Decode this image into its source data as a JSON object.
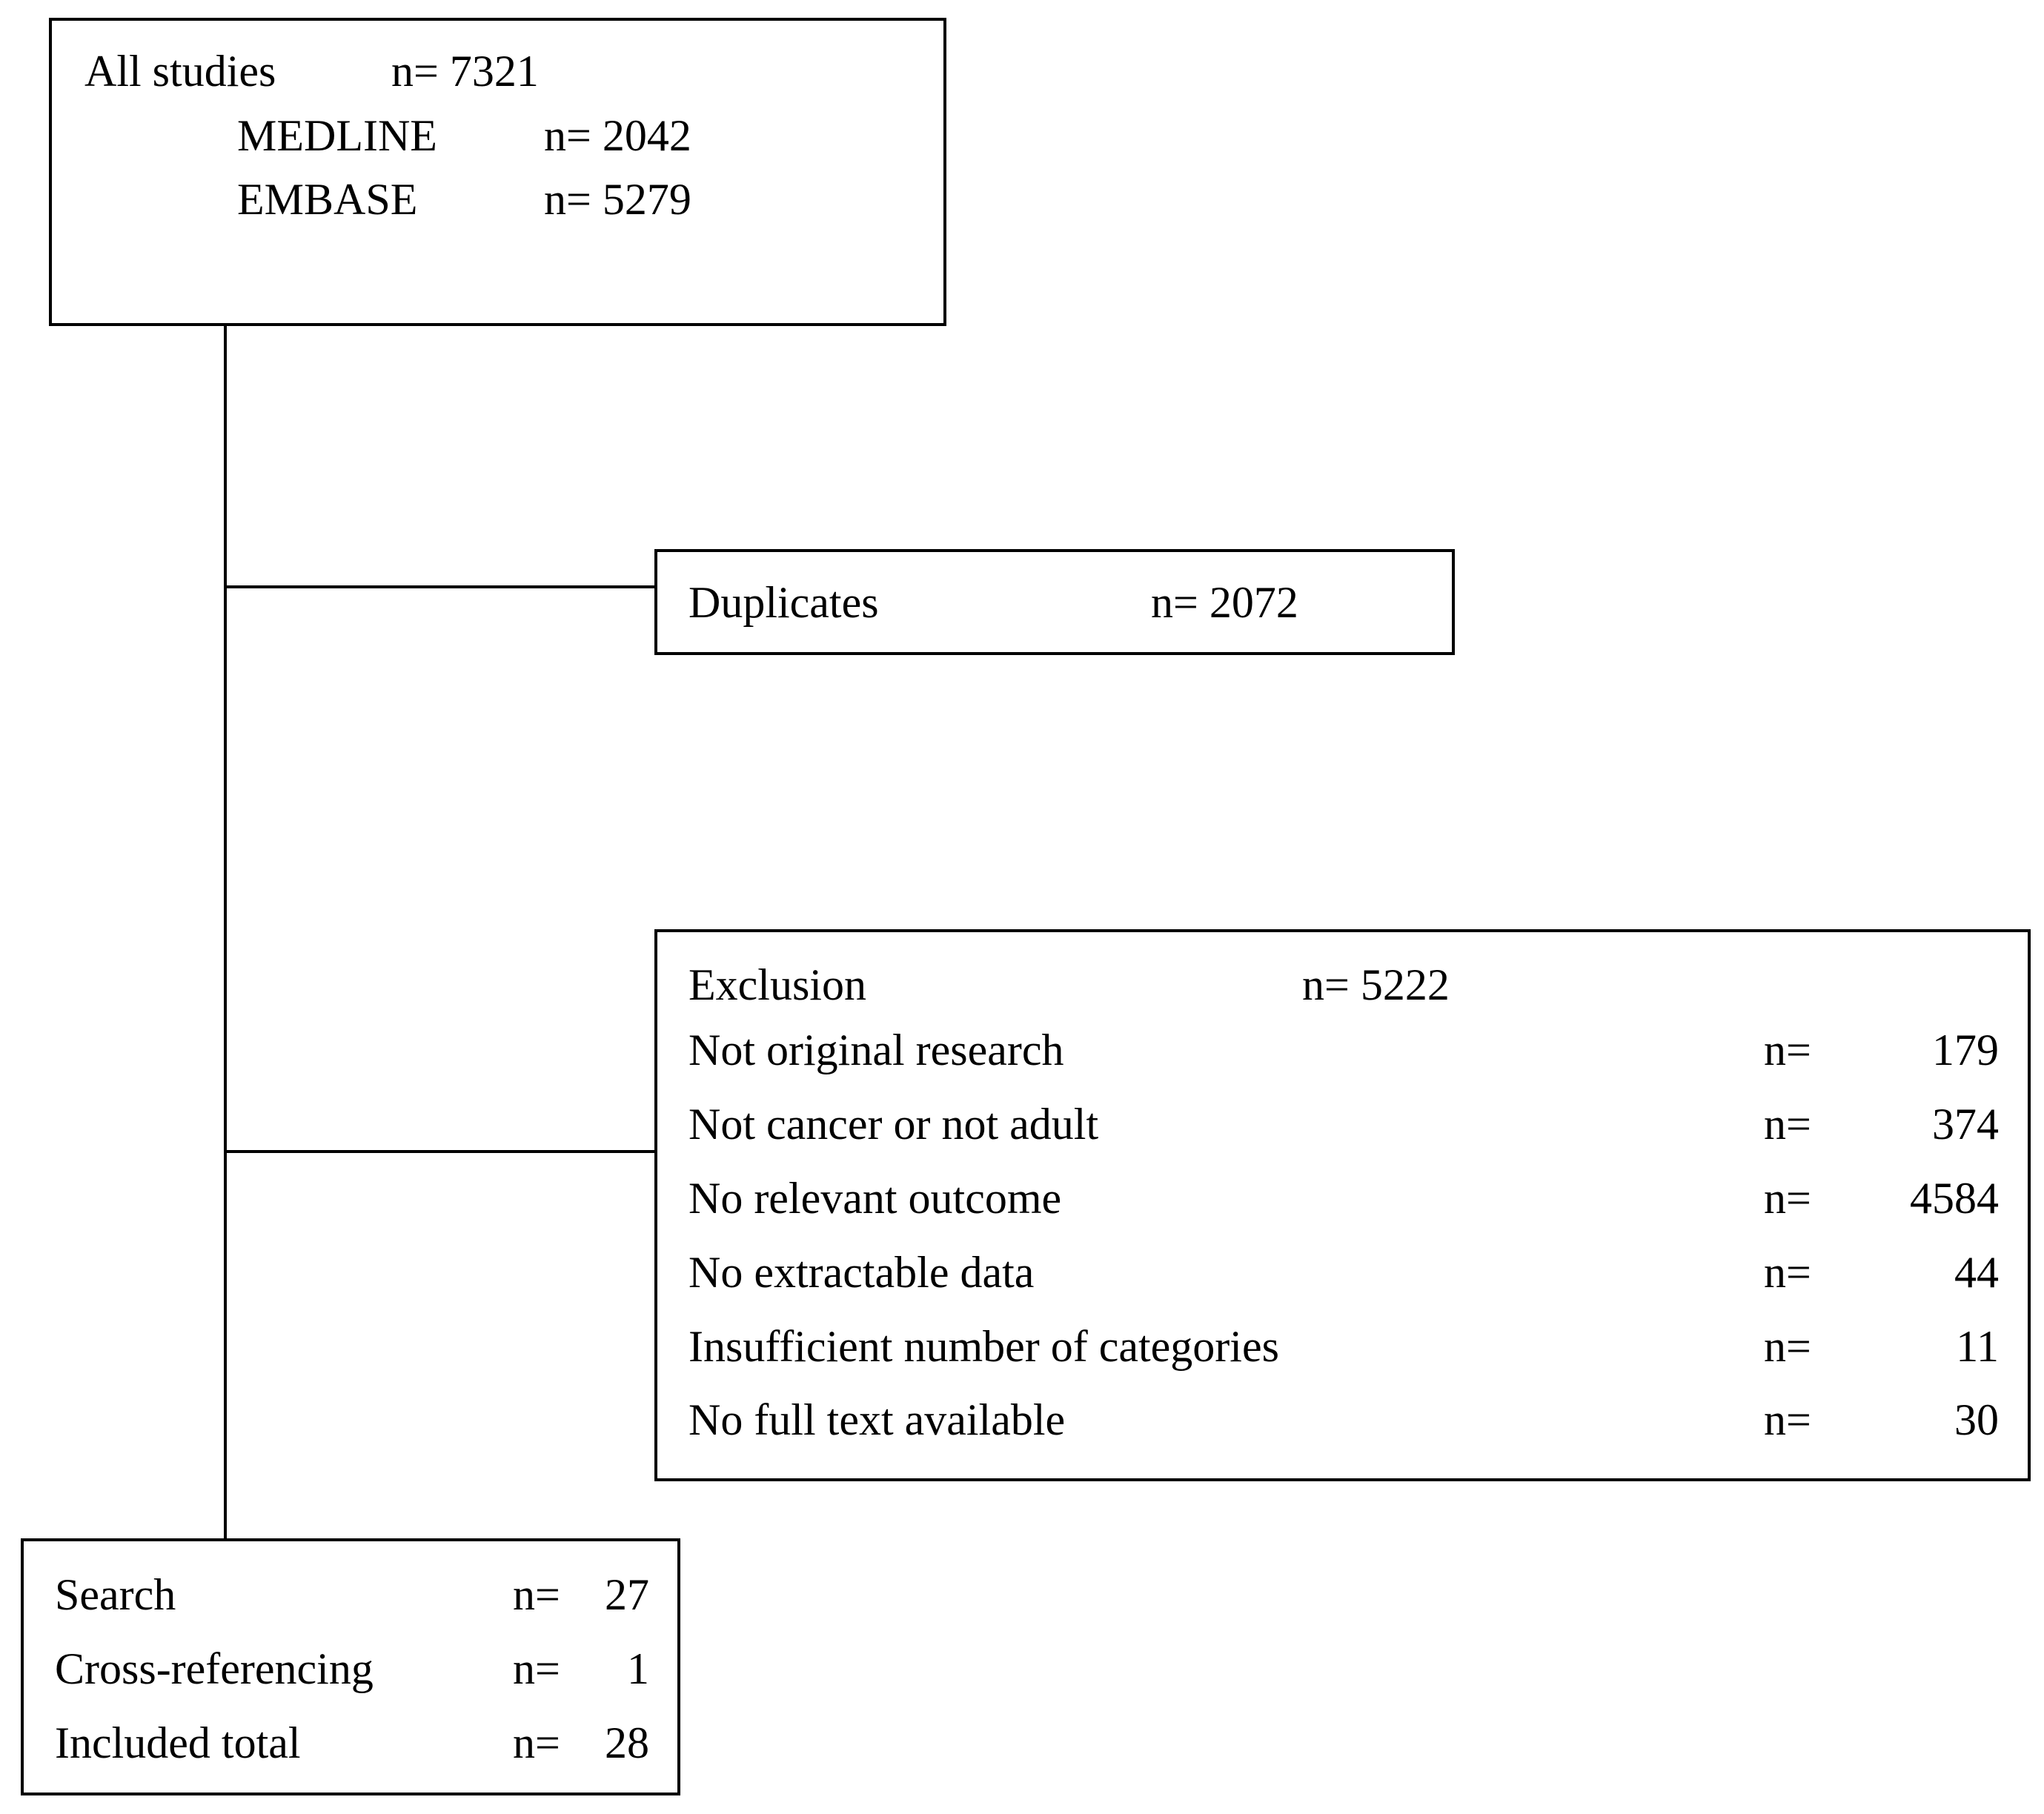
{
  "all_studies": {
    "label": "All studies",
    "count": "n= 7321",
    "sources": [
      {
        "label": "MEDLINE",
        "count": "n= 2042"
      },
      {
        "label": "EMBASE",
        "count": "n= 5279"
      }
    ]
  },
  "duplicates": {
    "label": "Duplicates",
    "count": "n= 2072"
  },
  "exclusion": {
    "label": "Exclusion",
    "count": "n= 5222",
    "reasons": [
      {
        "label": "Not original research",
        "n": "n=",
        "value": "179"
      },
      {
        "label": "Not cancer or not adult",
        "n": "n=",
        "value": "374"
      },
      {
        "label": "No relevant outcome",
        "n": "n=",
        "value": "4584"
      },
      {
        "label": "No extractable data",
        "n": "n=",
        "value": "44"
      },
      {
        "label": "Insufficient number of categories",
        "n": "n=",
        "value": "11"
      },
      {
        "label": "No full text available",
        "n": "n=",
        "value": "30"
      }
    ]
  },
  "included": {
    "rows": [
      {
        "label": "Search",
        "n": "n=",
        "value": "27"
      },
      {
        "label": "Cross-referencing",
        "n": "n=",
        "value": "1"
      },
      {
        "label": "Included total",
        "n": "n=",
        "value": "28"
      }
    ]
  }
}
